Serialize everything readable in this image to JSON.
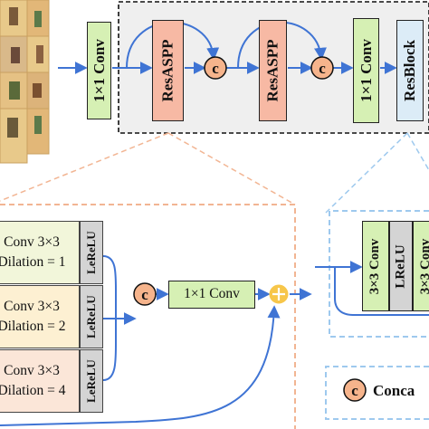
{
  "top": {
    "conv1": "1×1 Conv",
    "resaspp1": "ResASPP",
    "concat1": "c",
    "resaspp2": "ResASPP",
    "concat2": "c",
    "conv2": "1×1 Conv",
    "resblock": "ResBlock"
  },
  "aspp": {
    "branches": [
      {
        "line1": "Conv 3×3",
        "line2": "Dilation = 1",
        "act": "LeReLU"
      },
      {
        "line1": "Conv 3×3",
        "line2": "Dilation = 2",
        "act": "LeReLU"
      },
      {
        "line1": "Conv 3×3",
        "line2": "Dilation = 4",
        "act": "LeReLU"
      }
    ],
    "concat": "c",
    "conv": "1×1 Conv"
  },
  "resblock_detail": {
    "conv_a": "3×3 Conv",
    "act": "LReLU",
    "conv_b": "3×3 Conv"
  },
  "legend": {
    "symbol": "c",
    "label": "Conca"
  },
  "colors": {
    "conv_green": "#d6f0b4",
    "resaspp_pink": "#f7b9a4",
    "resblock_blue": "#dcecf7",
    "concat_orange": "#f6b48c",
    "branch1": "#f2f6da",
    "branch2": "#fdf0d2",
    "branch3": "#fbe6d8",
    "act_gray": "#d4d4d4",
    "arrow_blue": "#3f74d4",
    "sum_yellow": "#f7c64a"
  }
}
